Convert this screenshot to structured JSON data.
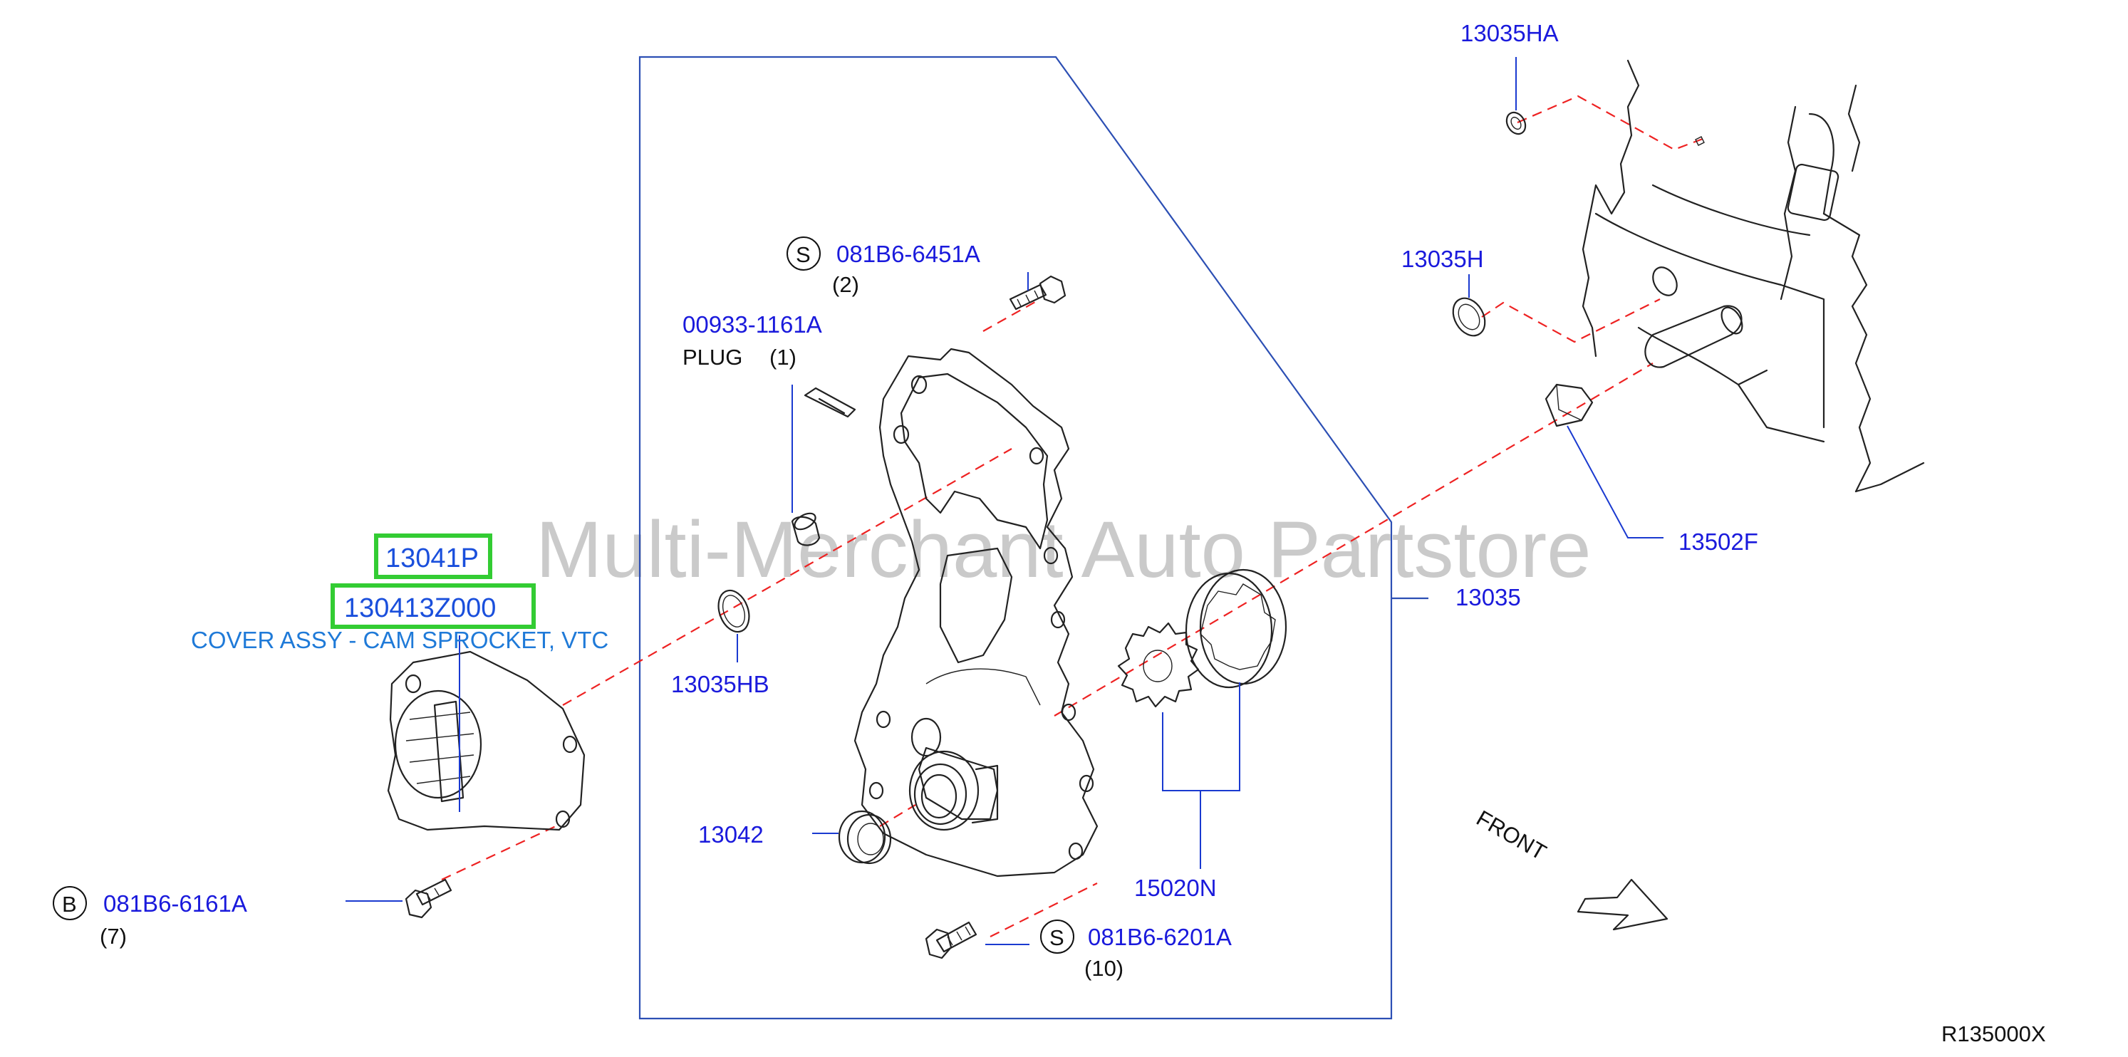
{
  "watermark": "Multi-Merchant Auto Partstore",
  "diagram_code": "R135000X",
  "front_label": "FRONT",
  "highlight": {
    "part_number_short": "13041P",
    "part_number_full": "130413Z000",
    "description": "COVER ASSY - CAM SPROCKET, VTC"
  },
  "callouts": {
    "p13035HA": "13035HA",
    "p13035H": "13035H",
    "p13502F": "13502F",
    "p13035": "13035",
    "p081B6_6451A": "081B6-6451A",
    "p081B6_6451A_qty": "(2)",
    "p081B6_6451A_marker": "S",
    "p00933": "00933-1161A",
    "p00933_name": "PLUG",
    "p00933_qty": "(1)",
    "p13035HB": "13035HB",
    "p13042": "13042",
    "p15020N": "15020N",
    "p081B6_6161A": "081B6-6161A",
    "p081B6_6161A_qty": "(7)",
    "p081B6_6161A_marker": "B",
    "p081B6_6201A": "081B6-6201A",
    "p081B6_6201A_qty": "(10)",
    "p081B6_6201A_marker": "S"
  },
  "colors": {
    "callout_text": "#1a1adc",
    "highlight_box": "#33cc33",
    "leader_line": "#1a3ad0",
    "dashed_axis": "#e22222",
    "frame": "#2c4fb4"
  }
}
